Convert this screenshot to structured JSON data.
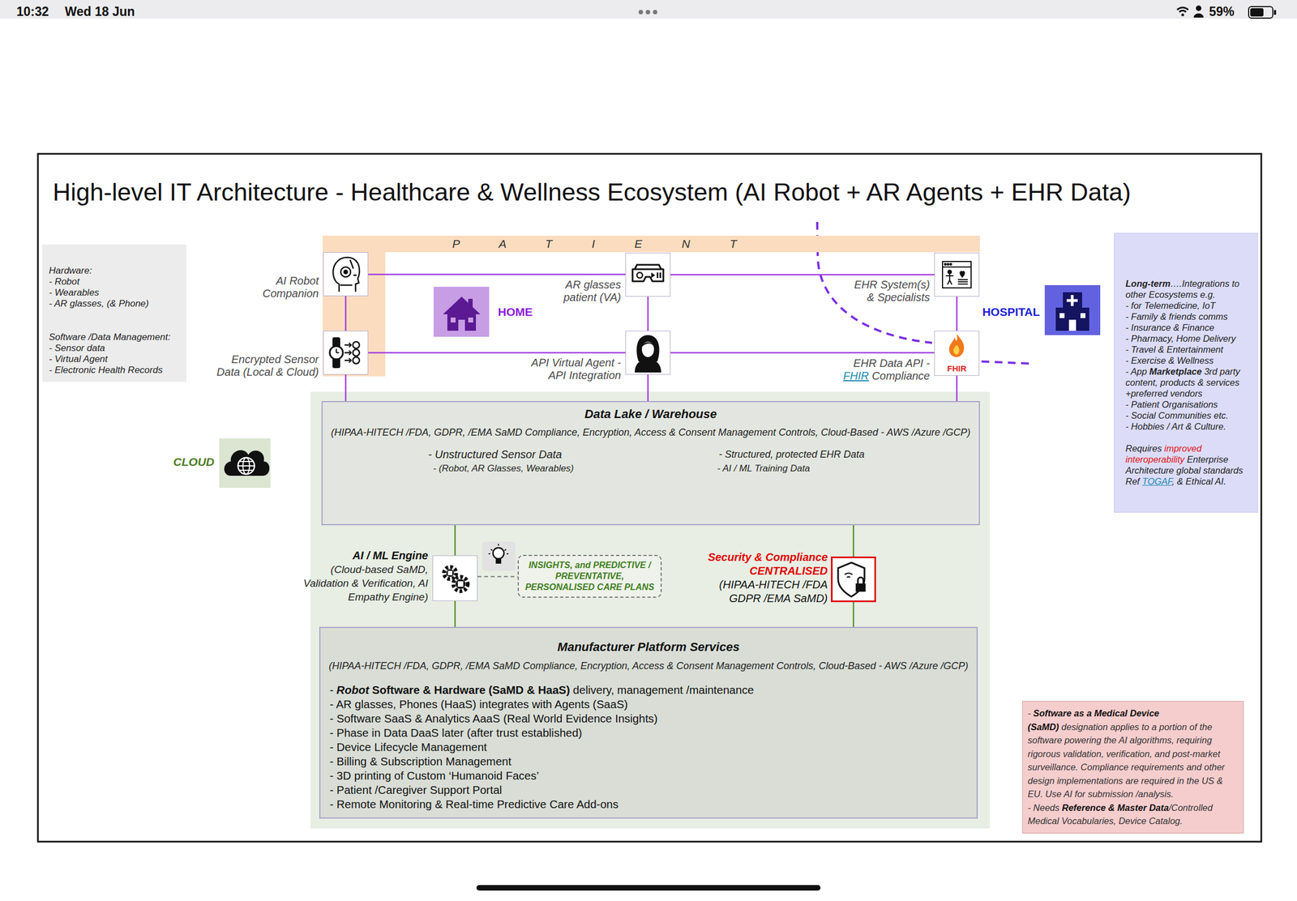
{
  "diagram": {
    "title": "High-level IT Architecture - Healthcare & Wellness Ecosystem (AI Robot + AR Agents + EHR Data)",
    "nodes": [
      {
        "text": [
          "Hardware:",
          "- Robot",
          "- Wearables",
          "- AR glasses, (& Phone)",
          "Software /Data Management:",
          "- Sensor data",
          "- Virtual Agent",
          "- Electronic Health Records"
        ]
      },
      {
        "text": [
          "PATIENT"
        ]
      },
      {
        "text": [
          "AI Robot Companion"
        ]
      },
      {
        "text": [
          "AR glasses patient (VA)"
        ]
      },
      {
        "text": [
          "EHR System(s) & Specialists"
        ]
      },
      {
        "text": [
          "HOME"
        ]
      },
      {
        "text": [
          "HOSPITAL"
        ]
      },
      {
        "text": [
          "Long-term",
          "….Integrations to other Ecosystems e.g.",
          "- for Telemedicine, IoT",
          "- Family & friends comms",
          "- Insurance & Finance",
          "- Pharmacy, Home Delivery",
          "- Travel & Entertainment",
          "- Exercise & Wellness",
          "- App",
          "Marketplace",
          "3rd party content, products & services +preferred vendors",
          "- Patient Organisations",
          "- Social Communities etc.",
          "- Hobbies / Art & Culture.",
          "Requires",
          "improved interoperability",
          "Enterprise Architecture global standards Ref",
          "TOGAF",
          ", & Ethical AI."
        ]
      },
      {
        "text": [
          "Encrypted Sensor Data (Local & Cloud)"
        ]
      },
      {
        "text": [
          "API Virtual Agent - API Integration"
        ]
      },
      {
        "text": [
          "EHR Data API -",
          "FHIR",
          "Compliance",
          "FHIR"
        ]
      },
      {
        "text": [
          "CLOUD"
        ]
      },
      {
        "text": [
          "Data Lake / Warehouse",
          "(HIPAA-HITECH /FDA, GDPR, /EMA SaMD Compliance, Encryption, Access & Consent Management Controls, Cloud-Based - AWS /Azure /GCP)",
          "- Unstructured Sensor Data",
          "- (Robot, AR Glasses, Wearables)",
          "- Structured, protected EHR Data",
          "- AI / ML Training Data"
        ]
      },
      {
        "text": [
          "AI / ML Engine",
          "(Cloud-based SaMD, Validation & Verification, AI Empathy Engine)"
        ]
      },
      {
        "text": [
          "INSIGHTS, and PREDICTIVE / PREVENTATIVE, PERSONALISED CARE PLANS"
        ]
      },
      {
        "text": [
          "Security & Compliance CENTRALISED",
          "(HIPAA-HITECH /FDA GDPR /EMA SaMD)"
        ]
      },
      {
        "text": [
          "Manufacturer Platform Services",
          "(HIPAA-HITECH /FDA, GDPR, /EMA SaMD Compliance, Encryption, Access & Consent Management Controls, Cloud-Based - AWS /Azure /GCP)",
          "-",
          "Robot",
          "Software & Hardware (SaMD & HaaS)",
          "delivery, management /maintenance",
          "- AR glasses, Phones (HaaS) integrates with Agents (SaaS)",
          "- Software SaaS & Analytics AaaS (Real World Evidence Insights)",
          "- Phase in Data DaaS later (after trust established)",
          "- Device Lifecycle Management",
          "- Billing & Subscription Management",
          "- 3D printing of Custom ‘Humanoid Faces’",
          "- Patient /Caregiver Support Portal",
          "- Remote Monitoring & Real-time Predictive Care Add-ons"
        ]
      },
      {
        "text": [
          "-",
          "Software as a Medical Device (SaMD)",
          "designation applies to a portion of the software powering the AI algorithms, requiring rigorous validation, verification, and post-market surveillance. Compliance requirements and other design implementations are required in the US & EU. Use AI for submission /analysis.",
          "- Needs",
          "Reference & Master Data",
          "/Controlled Medical Vocabularies, Device Catalog."
        ]
      }
    ],
    "edges": [
      {
        "from": 2,
        "to": 3,
        "arrow": "none"
      },
      {
        "from": 3,
        "to": 4,
        "arrow": "none"
      },
      {
        "from": 2,
        "to": 8,
        "arrow": "none"
      },
      {
        "from": 3,
        "to": 9,
        "arrow": "none"
      },
      {
        "from": 4,
        "to": 10,
        "arrow": "none"
      },
      {
        "from": 8,
        "to": 9,
        "arrow": "none"
      },
      {
        "from": 9,
        "to": 10,
        "arrow": "none"
      },
      {
        "from": 8,
        "to": 12,
        "arrow": "none"
      },
      {
        "from": 9,
        "to": 12,
        "arrow": "none"
      },
      {
        "from": 10,
        "to": 12,
        "arrow": "none"
      },
      {
        "from": 12,
        "to": 13,
        "arrow": "none"
      },
      {
        "from": 13,
        "to": 14,
        "arrow": "none"
      },
      {
        "from": 13,
        "to": 16,
        "arrow": "none"
      },
      {
        "from": 12,
        "to": 15,
        "arrow": "none"
      },
      {
        "from": 15,
        "to": 16,
        "arrow": "none"
      }
    ],
    "labels": [
      "10:32",
      "Wed 18 Jun",
      "59%"
    ]
  }
}
